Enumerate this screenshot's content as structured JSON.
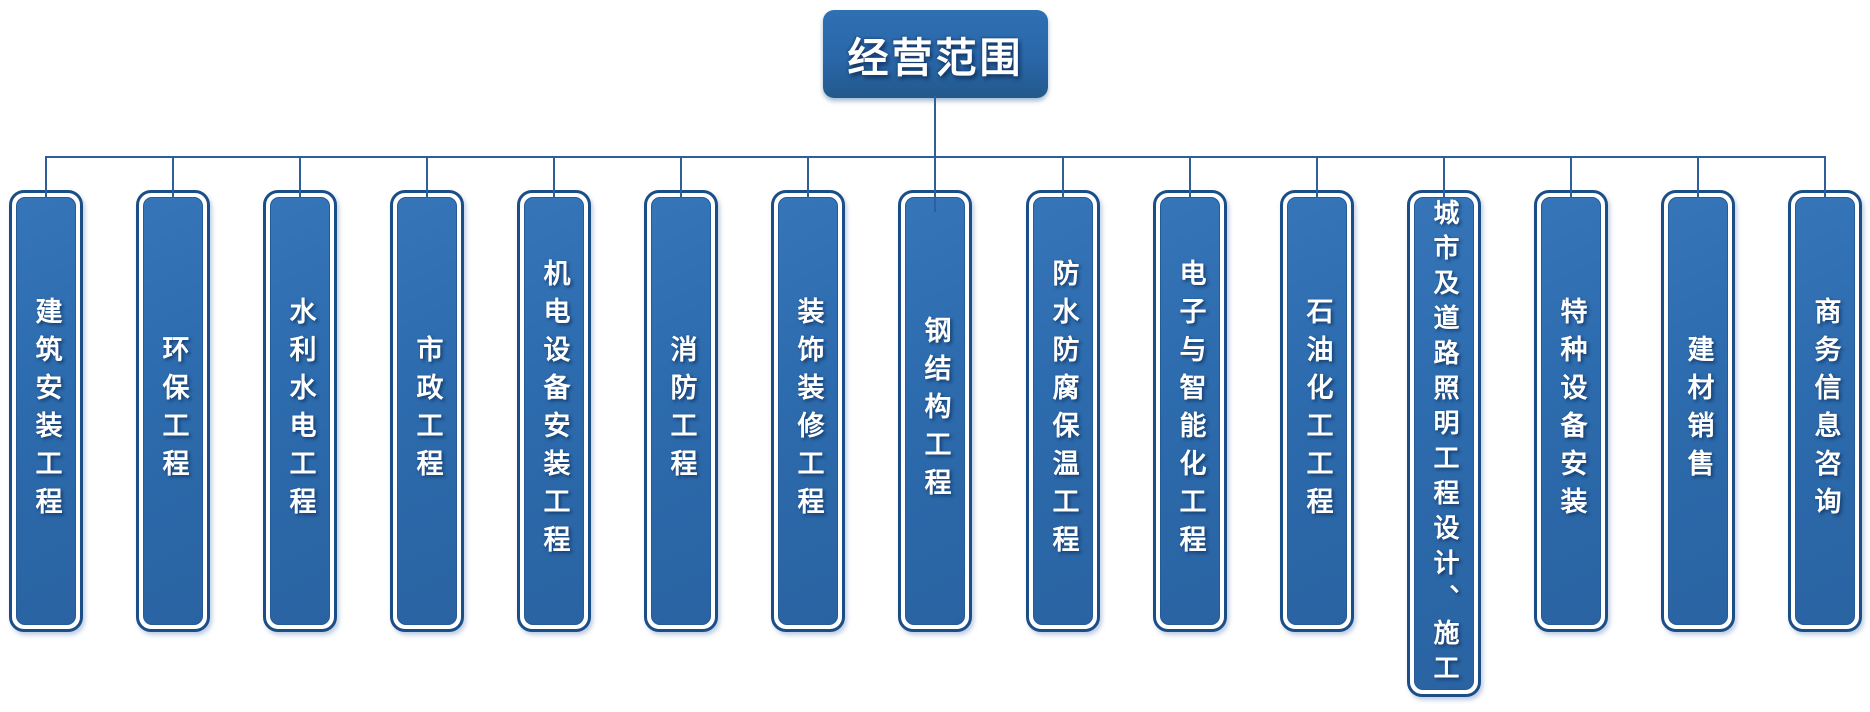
{
  "chart": {
    "type": "org-tree",
    "root": "经营范围",
    "branches": [
      {
        "label": "建筑安装工程"
      },
      {
        "label": "环保工程"
      },
      {
        "label": "水利水电工程"
      },
      {
        "label": "市政工程"
      },
      {
        "label": "机电设备安装工程"
      },
      {
        "label": "消防工程"
      },
      {
        "label": "装饰装修工程"
      },
      {
        "label": "钢结构工程"
      },
      {
        "label": "防水防腐保温工程"
      },
      {
        "label": "电子与智能化工程"
      },
      {
        "label": "石油化工工程"
      },
      {
        "label": "城市及道路照明工程设计、施工"
      },
      {
        "label": "特种设备安装"
      },
      {
        "label": "建材销售"
      },
      {
        "label": "商务信息咨询"
      }
    ],
    "colors": {
      "node_fill": "#2c6bad",
      "node_border": "#1b4e86",
      "connector": "#2f5f9b",
      "text": "#ffffff",
      "background": "#ffffff"
    }
  }
}
